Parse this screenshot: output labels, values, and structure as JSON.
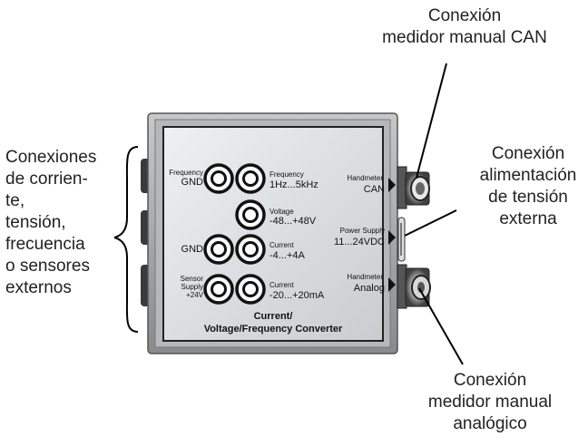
{
  "callouts": {
    "handmeter_can": [
      "Conexión",
      "medidor manual CAN"
    ],
    "power": [
      "Conexión",
      "alimentación",
      "de tensión",
      "externa"
    ],
    "handmeter_analog": [
      "Conexión",
      "medidor manual",
      "analógico"
    ],
    "inputs": [
      "Conexiones",
      "de corrien-",
      "te,",
      "tensión,",
      "frecuencia",
      "o sensores",
      "externos"
    ]
  },
  "device": {
    "title_line1": "Current/",
    "title_line2": "Voltage/Frequency Converter",
    "left_labels": {
      "freq_gnd_1": "Frequency",
      "freq_gnd_2": "GND",
      "gnd": "GND",
      "sensor_1": "Sensor",
      "sensor_2": "Supply",
      "sensor_3": "+24V"
    },
    "right_labels": {
      "freq_1": "Frequency",
      "freq_2": "1Hz...5kHz",
      "volt_1": "Voltage",
      "volt_2": "-48...+48V",
      "curr_1": "Current",
      "curr_2": "-4...+4A",
      "ma_1": "Current",
      "ma_2": "-20...+20mA"
    },
    "port_labels": {
      "can_1": "Handmeter",
      "can_2": "CAN",
      "power_1": "Power Supply",
      "power_2": "11...24VDC",
      "analog_1": "Handmeter",
      "analog_2": "Analog"
    }
  }
}
